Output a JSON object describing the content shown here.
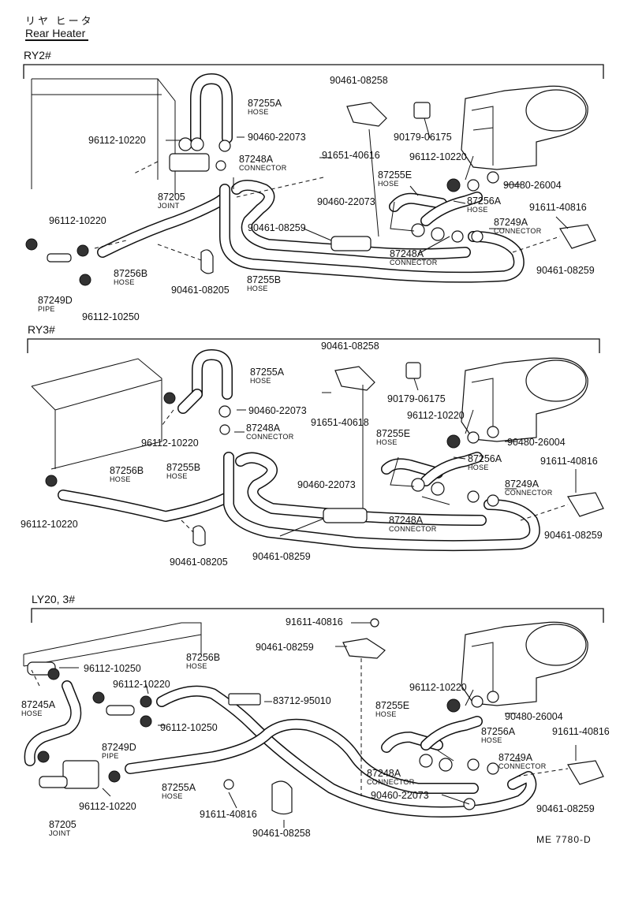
{
  "header": {
    "title_ja": "リヤ ヒータ",
    "title_en": "Rear Heater"
  },
  "sections": [
    {
      "name": "RY2#",
      "labels": [
        {
          "pn": "90461-08258",
          "sub": ""
        },
        {
          "pn": "87255A",
          "sub": "HOSE"
        },
        {
          "pn": "90460-22073",
          "sub": ""
        },
        {
          "pn": "96112-10220",
          "sub": ""
        },
        {
          "pn": "87248A",
          "sub": "CONNECTOR"
        },
        {
          "pn": "91651-40616",
          "sub": ""
        },
        {
          "pn": "90179-06175",
          "sub": ""
        },
        {
          "pn": "96112-10220",
          "sub": ""
        },
        {
          "pn": "87255E",
          "sub": "HOSE"
        },
        {
          "pn": "90480-26004",
          "sub": ""
        },
        {
          "pn": "87205",
          "sub": "JOINT"
        },
        {
          "pn": "90460-22073",
          "sub": ""
        },
        {
          "pn": "87256A",
          "sub": "HOSE"
        },
        {
          "pn": "91611-40816",
          "sub": ""
        },
        {
          "pn": "96112-10220",
          "sub": ""
        },
        {
          "pn": "90461-08259",
          "sub": ""
        },
        {
          "pn": "87249A",
          "sub": "CONNECTOR"
        },
        {
          "pn": "87248A",
          "sub": "CONNECTOR"
        },
        {
          "pn": "87256B",
          "sub": "HOSE"
        },
        {
          "pn": "87255B",
          "sub": "HOSE"
        },
        {
          "pn": "90461-08259",
          "sub": ""
        },
        {
          "pn": "90461-08205",
          "sub": ""
        },
        {
          "pn": "87249D",
          "sub": "PIPE"
        },
        {
          "pn": "96112-10250",
          "sub": ""
        }
      ]
    },
    {
      "name": "RY3#",
      "labels": [
        {
          "pn": "90461-08258",
          "sub": ""
        },
        {
          "pn": "87255A",
          "sub": "HOSE"
        },
        {
          "pn": "90179-06175",
          "sub": ""
        },
        {
          "pn": "91651-40618",
          "sub": ""
        },
        {
          "pn": "90460-22073",
          "sub": ""
        },
        {
          "pn": "96112-10220",
          "sub": ""
        },
        {
          "pn": "87248A",
          "sub": "CONNECTOR"
        },
        {
          "pn": "96112-10220",
          "sub": ""
        },
        {
          "pn": "87255E",
          "sub": "HOSE"
        },
        {
          "pn": "90480-26004",
          "sub": ""
        },
        {
          "pn": "87256B",
          "sub": "HOSE"
        },
        {
          "pn": "87255B",
          "sub": "HOSE"
        },
        {
          "pn": "87256A",
          "sub": "HOSE"
        },
        {
          "pn": "91611-40816",
          "sub": ""
        },
        {
          "pn": "90460-22073",
          "sub": ""
        },
        {
          "pn": "87249A",
          "sub": "CONNECTOR"
        },
        {
          "pn": "96112-10220",
          "sub": ""
        },
        {
          "pn": "87248A",
          "sub": "CONNECTOR"
        },
        {
          "pn": "90461-08259",
          "sub": ""
        },
        {
          "pn": "90461-08205",
          "sub": ""
        },
        {
          "pn": "90461-08259",
          "sub": ""
        }
      ]
    },
    {
      "name": "LY20, 3#",
      "labels": [
        {
          "pn": "91611-40816",
          "sub": ""
        },
        {
          "pn": "90461-08259",
          "sub": ""
        },
        {
          "pn": "96112-10250",
          "sub": ""
        },
        {
          "pn": "87256B",
          "sub": "HOSE"
        },
        {
          "pn": "96112-10220",
          "sub": ""
        },
        {
          "pn": "83712-95010",
          "sub": ""
        },
        {
          "pn": "96112-10220",
          "sub": ""
        },
        {
          "pn": "87245A",
          "sub": "HOSE"
        },
        {
          "pn": "96112-10250",
          "sub": ""
        },
        {
          "pn": "87255E",
          "sub": "HOSE"
        },
        {
          "pn": "90480-26004",
          "sub": ""
        },
        {
          "pn": "87249D",
          "sub": "PIPE"
        },
        {
          "pn": "87256A",
          "sub": "HOSE"
        },
        {
          "pn": "91611-40816",
          "sub": ""
        },
        {
          "pn": "87249A",
          "sub": "CONNECTOR"
        },
        {
          "pn": "87248A",
          "sub": "CONNECTOR"
        },
        {
          "pn": "87255A",
          "sub": "HOSE"
        },
        {
          "pn": "90460-22073",
          "sub": ""
        },
        {
          "pn": "96112-10220",
          "sub": ""
        },
        {
          "pn": "91611-40816",
          "sub": ""
        },
        {
          "pn": "90461-08259",
          "sub": ""
        },
        {
          "pn": "87205",
          "sub": "JOINT"
        },
        {
          "pn": "90461-08258",
          "sub": ""
        }
      ]
    }
  ],
  "footer": {
    "code": "ME  7780-D"
  }
}
